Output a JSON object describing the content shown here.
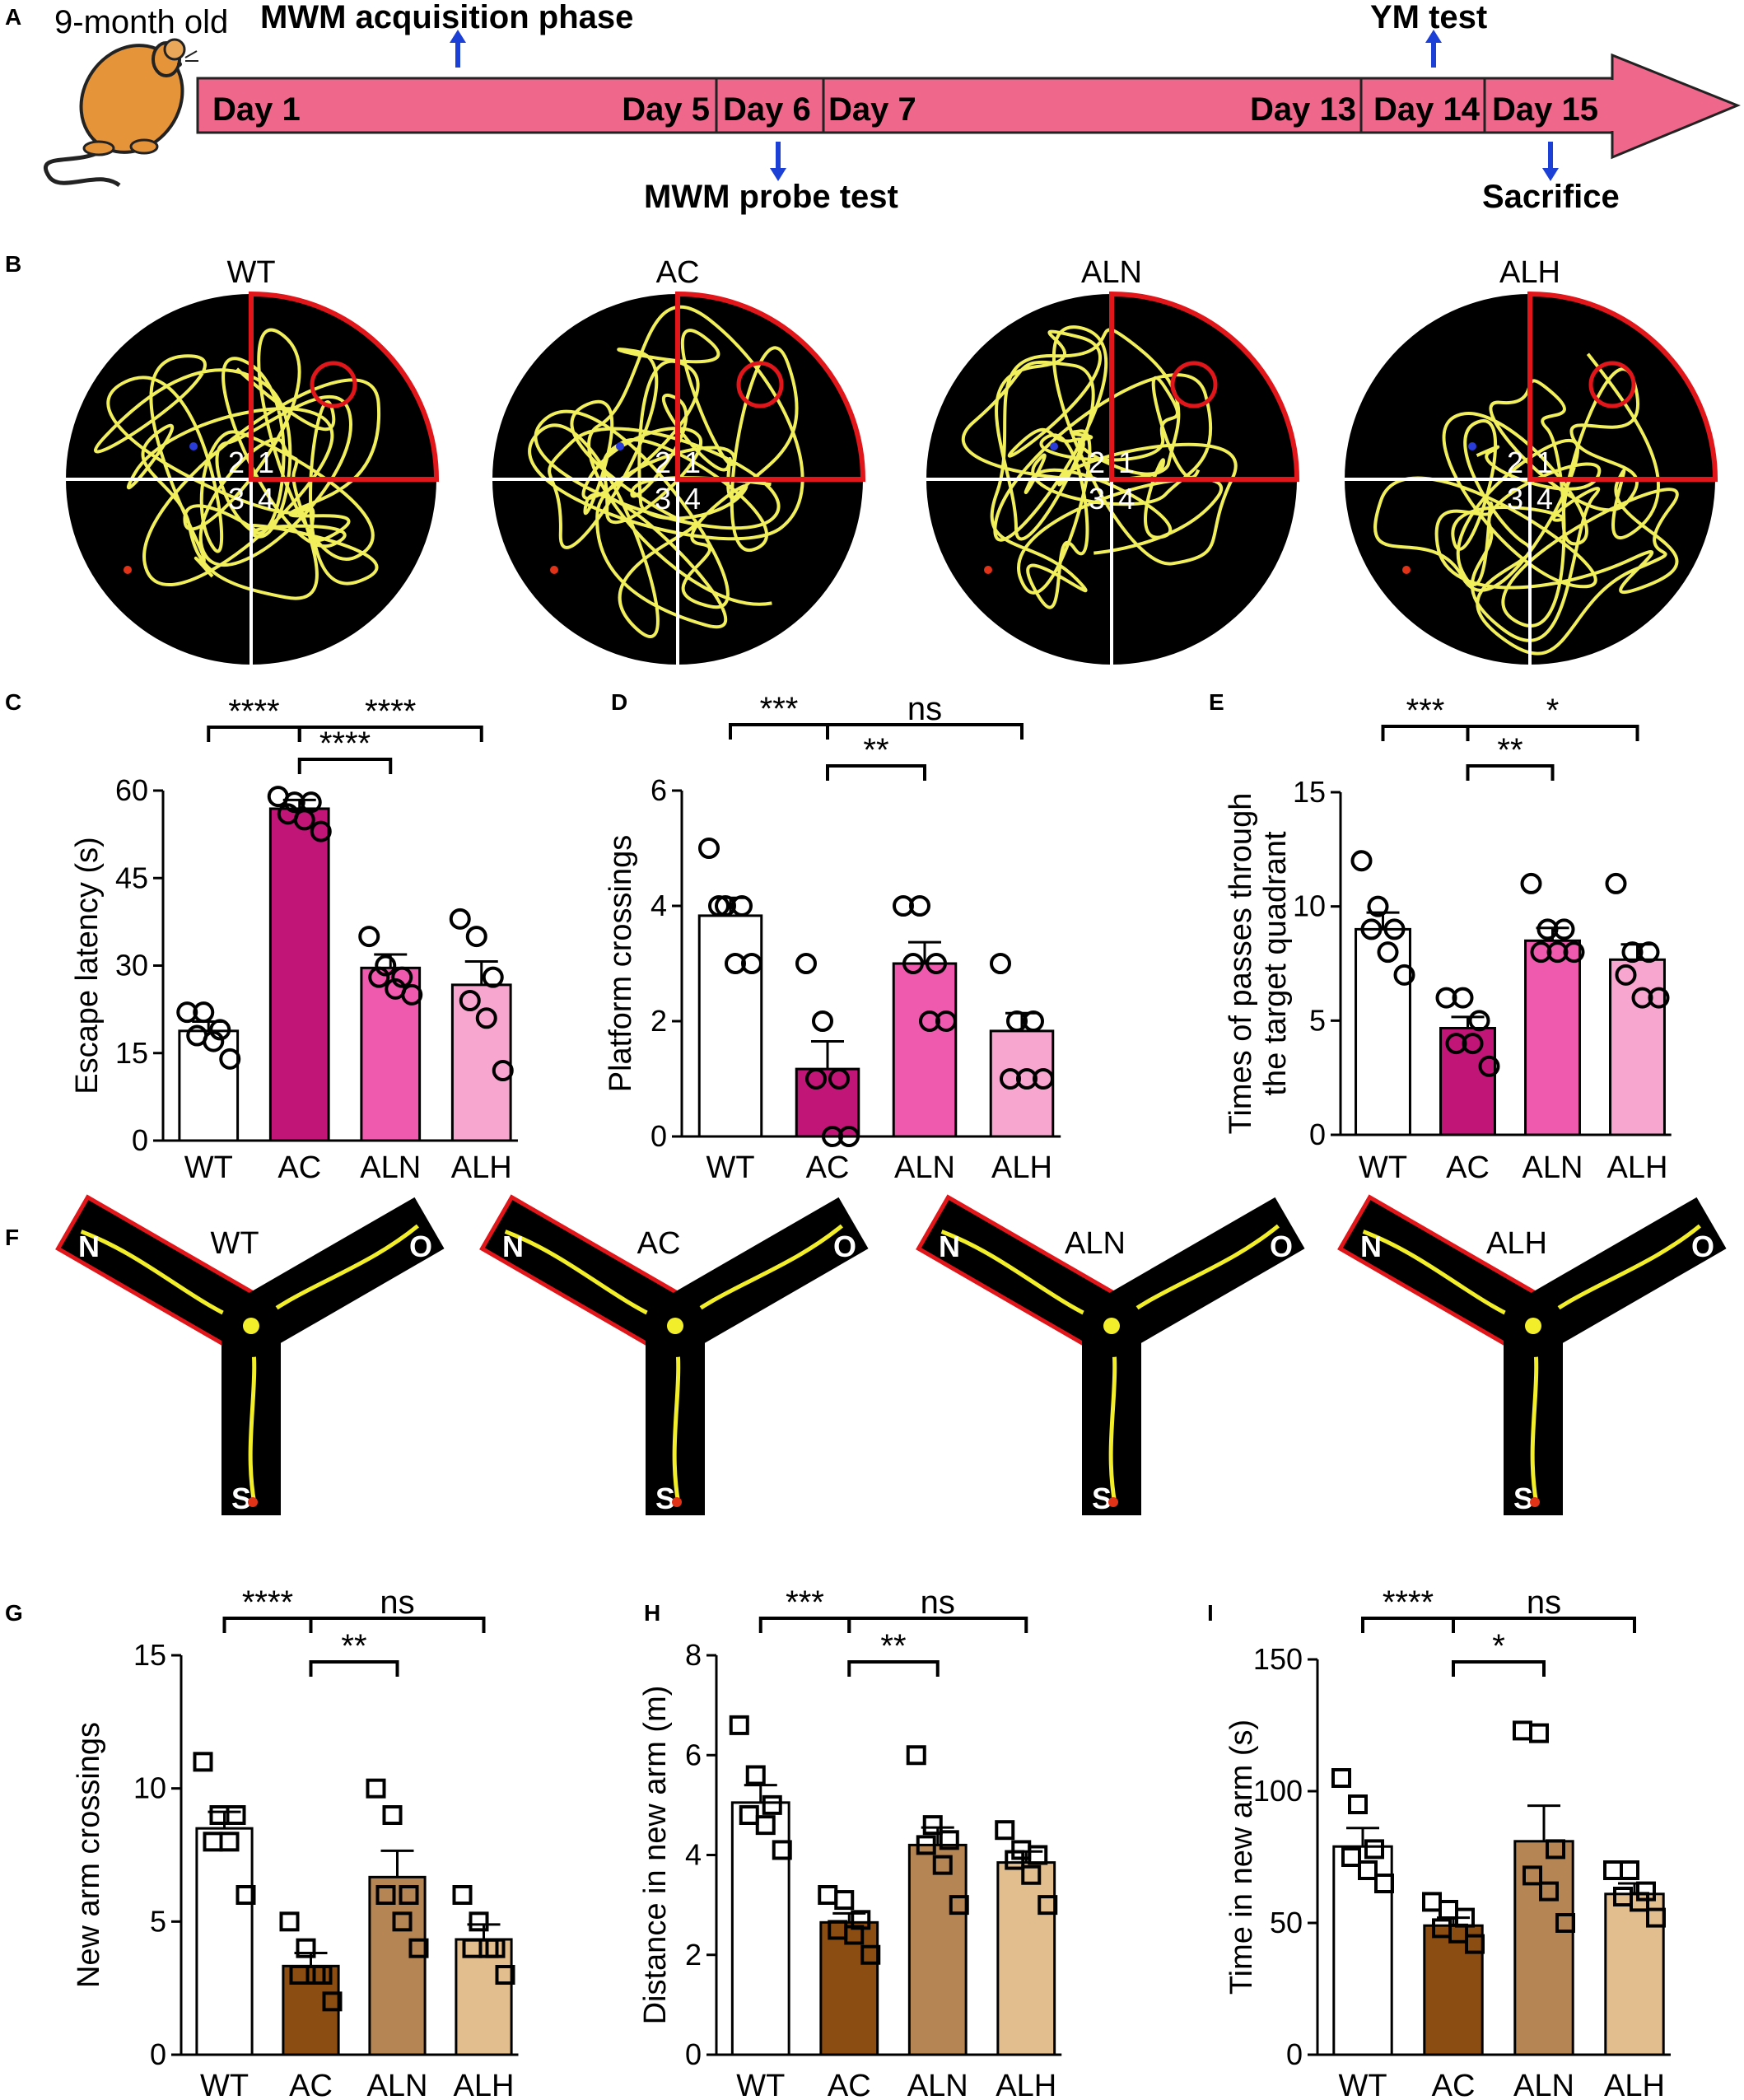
{
  "panel_labels": [
    "A",
    "B",
    "C",
    "D",
    "E",
    "F",
    "G",
    "H",
    "I"
  ],
  "timeline": {
    "mouse_label": "9-month old",
    "days": [
      "Day 1",
      "Day 5",
      "Day 6",
      "Day 7",
      "Day 13",
      "Day 14",
      "Day 15"
    ],
    "annotations": {
      "acquisition": "MWM acquisition phase",
      "probe": "MWM probe test",
      "ym": "YM test",
      "sacrifice": "Sacrifice"
    },
    "colors": {
      "bar": "#f0678c",
      "arrow_marks": "#1c3fd6"
    }
  },
  "mwm_tracks": {
    "groups": [
      "WT",
      "AC",
      "ALN",
      "ALH"
    ],
    "quadrant_labels": [
      "2",
      "1",
      "3",
      "4"
    ],
    "colors": {
      "pool": "#000000",
      "path": "#f2ef5c",
      "target": "#e0161b",
      "start": "#2a3cd8",
      "end": "#e03318"
    }
  },
  "ymaze_tracks": {
    "groups": [
      "WT",
      "AC",
      "ALN",
      "ALH"
    ],
    "arm_labels": [
      "N",
      "O",
      "S"
    ],
    "colors": {
      "maze": "#000000",
      "path": "#f2ef2a",
      "novel_arm": "#e0161b"
    }
  },
  "group_colors": {
    "mwm": [
      "#ffffff",
      "#c11577",
      "#ef5aae",
      "#f7a6cf"
    ],
    "ym": [
      "#ffffff",
      "#8b4d12",
      "#b58554",
      "#e2bd8d"
    ]
  },
  "chart_data": [
    {
      "id": "C",
      "type": "bar",
      "marker": "circle",
      "categories": [
        "WT",
        "AC",
        "ALN",
        "ALH"
      ],
      "means": [
        18.8,
        56.9,
        29.6,
        26.7
      ],
      "sem": [
        1.6,
        1.5,
        2.3,
        4.0
      ],
      "points": [
        [
          22,
          22,
          19,
          18,
          17,
          14
        ],
        [
          59,
          58,
          58,
          56,
          55,
          53
        ],
        [
          35,
          30,
          28,
          28,
          26,
          25
        ],
        [
          38,
          35,
          28,
          24,
          21,
          12
        ]
      ],
      "ylabel": "Escape latency (s)",
      "ylim": [
        0,
        60
      ],
      "yticks": [
        0,
        15,
        30,
        45,
        60
      ],
      "significance": [
        {
          "from": 0,
          "to": 1,
          "label": "****"
        },
        {
          "from": 1,
          "to": 3,
          "label": "****"
        },
        {
          "from": 1,
          "to": 2,
          "label": "****"
        }
      ]
    },
    {
      "id": "D",
      "type": "bar",
      "marker": "circle",
      "categories": [
        "WT",
        "AC",
        "ALN",
        "ALH"
      ],
      "means": [
        3.83,
        1.17,
        3.0,
        1.83
      ],
      "sem": [
        0.31,
        0.48,
        0.37,
        0.31
      ],
      "points": [
        [
          5,
          4,
          4,
          4,
          3,
          3
        ],
        [
          3,
          2,
          1,
          1,
          0,
          0
        ],
        [
          4,
          4,
          3,
          3,
          2,
          2
        ],
        [
          3,
          2,
          2,
          1,
          1,
          1
        ]
      ],
      "ylabel": "Platform crossings",
      "ylim": [
        0,
        6
      ],
      "yticks": [
        0,
        2,
        4,
        6
      ],
      "significance": [
        {
          "from": 0,
          "to": 1,
          "label": "***"
        },
        {
          "from": 1,
          "to": 3,
          "label": "ns"
        },
        {
          "from": 1,
          "to": 2,
          "label": "**"
        }
      ]
    },
    {
      "id": "E",
      "type": "bar",
      "marker": "circle",
      "categories": [
        "WT",
        "AC",
        "ALN",
        "ALH"
      ],
      "means": [
        9.0,
        4.67,
        8.5,
        7.67
      ],
      "sem": [
        0.73,
        0.49,
        0.56,
        0.67
      ],
      "points": [
        [
          12,
          10,
          9,
          9,
          8,
          7
        ],
        [
          6,
          6,
          5,
          4,
          4,
          3
        ],
        [
          11,
          9,
          9,
          8,
          8,
          8
        ],
        [
          11,
          8,
          8,
          7,
          6,
          6
        ]
      ],
      "ylabel": "Times of passes through the target quadrant",
      "ylabel_lines": [
        "Times of passes through",
        "the target quadrant"
      ],
      "ylim": [
        0,
        15
      ],
      "yticks": [
        0,
        5,
        10,
        15
      ],
      "significance": [
        {
          "from": 0,
          "to": 1,
          "label": "***"
        },
        {
          "from": 1,
          "to": 3,
          "label": "*"
        },
        {
          "from": 1,
          "to": 2,
          "label": "**"
        }
      ]
    },
    {
      "id": "G",
      "type": "bar",
      "marker": "square",
      "categories": [
        "WT",
        "AC",
        "ALN",
        "ALH"
      ],
      "means": [
        8.5,
        3.33,
        6.67,
        4.33
      ],
      "sem": [
        0.62,
        0.49,
        0.99,
        0.56
      ],
      "points": [
        [
          11,
          9,
          9,
          8,
          8,
          6
        ],
        [
          5,
          4,
          3,
          3,
          3,
          2
        ],
        [
          10,
          9,
          6,
          6,
          5,
          4
        ],
        [
          6,
          5,
          4,
          4,
          4,
          3
        ]
      ],
      "ylabel": "New arm crossings",
      "ylim": [
        0,
        15
      ],
      "yticks": [
        0,
        5,
        10,
        15
      ],
      "significance": [
        {
          "from": 0,
          "to": 1,
          "label": "****"
        },
        {
          "from": 1,
          "to": 3,
          "label": "ns"
        },
        {
          "from": 1,
          "to": 2,
          "label": "**"
        }
      ]
    },
    {
      "id": "H",
      "type": "bar",
      "marker": "square",
      "categories": [
        "WT",
        "AC",
        "ALN",
        "ALH"
      ],
      "means": [
        5.05,
        2.65,
        4.2,
        3.85
      ],
      "sem": [
        0.35,
        0.18,
        0.35,
        0.22
      ],
      "points": [
        [
          6.6,
          5.6,
          5.0,
          4.8,
          4.6,
          4.1
        ],
        [
          3.2,
          3.1,
          2.7,
          2.5,
          2.4,
          2.0
        ],
        [
          6.0,
          4.6,
          4.3,
          4.2,
          3.8,
          3.0
        ],
        [
          4.5,
          4.1,
          4.0,
          3.9,
          3.6,
          3.0
        ]
      ],
      "ylabel": "Distance in new arm (m)",
      "ylim": [
        0,
        8
      ],
      "yticks": [
        0,
        2,
        4,
        6,
        8
      ],
      "significance": [
        {
          "from": 0,
          "to": 1,
          "label": "***"
        },
        {
          "from": 1,
          "to": 3,
          "label": "ns"
        },
        {
          "from": 1,
          "to": 2,
          "label": "**"
        }
      ]
    },
    {
      "id": "I",
      "type": "bar",
      "marker": "square",
      "categories": [
        "WT",
        "AC",
        "ALN",
        "ALH"
      ],
      "means": [
        79,
        49,
        81,
        61
      ],
      "sem": [
        7.0,
        3.0,
        13.5,
        4.0
      ],
      "points": [
        [
          105,
          95,
          78,
          75,
          70,
          65
        ],
        [
          58,
          55,
          52,
          48,
          46,
          42
        ],
        [
          123,
          122,
          78,
          68,
          62,
          50
        ],
        [
          70,
          70,
          62,
          60,
          58,
          52
        ]
      ],
      "ylabel": "Time in new arm (s)",
      "ylim": [
        0,
        150
      ],
      "yticks": [
        0,
        50,
        100,
        150
      ],
      "significance": [
        {
          "from": 0,
          "to": 1,
          "label": "****"
        },
        {
          "from": 1,
          "to": 3,
          "label": "ns"
        },
        {
          "from": 1,
          "to": 2,
          "label": "*"
        }
      ]
    }
  ]
}
